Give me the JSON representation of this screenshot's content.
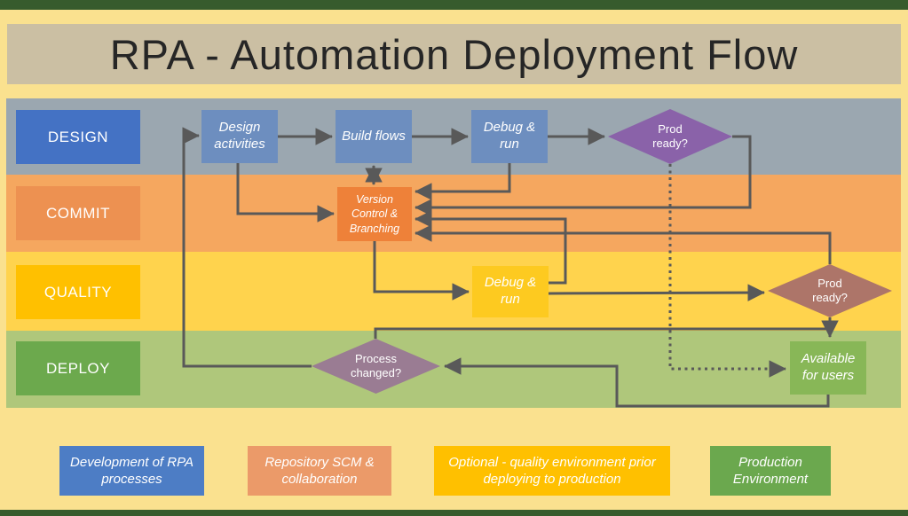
{
  "title": "RPA - Automation Deployment Flow",
  "lanes": [
    {
      "label": "DESIGN",
      "color": "#4472c4",
      "band_color": "#9ba7b0"
    },
    {
      "label": "COMMIT",
      "color": "#ed9151",
      "band_color": "#f5a75f"
    },
    {
      "label": "QUALITY",
      "color": "#ffc000",
      "band_color": "#ffd34d"
    },
    {
      "label": "DEPLOY",
      "color": "#6ca94d",
      "band_color": "#afc77b"
    }
  ],
  "nodes": {
    "design_activities": {
      "label": "Design activities",
      "lane": "DESIGN",
      "color": "#6d8ebf"
    },
    "build_flows": {
      "label": "Build flows",
      "lane": "DESIGN",
      "color": "#6d8ebf"
    },
    "debug_run_design": {
      "label": "Debug & run",
      "lane": "DESIGN",
      "color": "#6d8ebf"
    },
    "prod_ready_design": {
      "label": "Prod ready?",
      "lane": "DESIGN",
      "color": "#8a62a9",
      "shape": "diamond"
    },
    "version_control": {
      "label": "Version Control & Branching",
      "lane": "COMMIT",
      "color": "#ee8139"
    },
    "debug_run_quality": {
      "label": "Debug & run",
      "lane": "QUALITY",
      "color": "#fdca20"
    },
    "prod_ready_quality": {
      "label": "Prod ready?",
      "lane": "QUALITY",
      "color": "#ad7569",
      "shape": "diamond"
    },
    "process_changed": {
      "label": "Process changed?",
      "lane": "DEPLOY",
      "color": "#9a7c93",
      "shape": "diamond"
    },
    "available_for_users": {
      "label": "Available for users",
      "lane": "DEPLOY",
      "color": "#88b757"
    }
  },
  "legend": [
    {
      "label": "Development of RPA processes",
      "color": "#4d7dc5"
    },
    {
      "label": "Repository SCM & collaboration",
      "color": "#eb9a69"
    },
    {
      "label": "Optional - quality environment prior deploying to production",
      "color": "#ffc000"
    },
    {
      "label": "Production Environment",
      "color": "#6ba84e"
    }
  ],
  "connector_color": "#595959",
  "frame_color": "#375b2d",
  "background_color": "#fae18f",
  "title_band_color": "#cbbfa3"
}
